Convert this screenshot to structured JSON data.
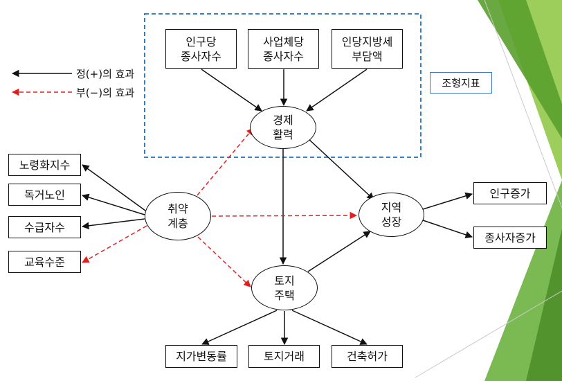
{
  "legend": {
    "positive": "정(+)의 효과",
    "negative": "부(−)의 효과"
  },
  "index_label": "조형지표",
  "nodes": {
    "pop_per_inst": "인구당\n종사자수",
    "biz_per_emp": "사업체당\n종사자수",
    "local_tax": "인당지방세\n부담액",
    "econ": "경제\n활력",
    "vulnerable": "취약\n계층",
    "growth": "지역\n성장",
    "land": "토지\n주택",
    "aging": "노령화지수",
    "elderly_alone": "독거노인",
    "recipients": "수급자수",
    "education": "교육수준",
    "pop_increase": "인구증가",
    "emp_increase": "종사자증가",
    "land_price": "지가변동률",
    "land_trade": "토지거래",
    "building": "건축허가"
  },
  "colors": {
    "positive": "#111111",
    "negative": "#e02020",
    "dashed_frame": "#1f6fb5",
    "accent_green": "#6db33f"
  }
}
